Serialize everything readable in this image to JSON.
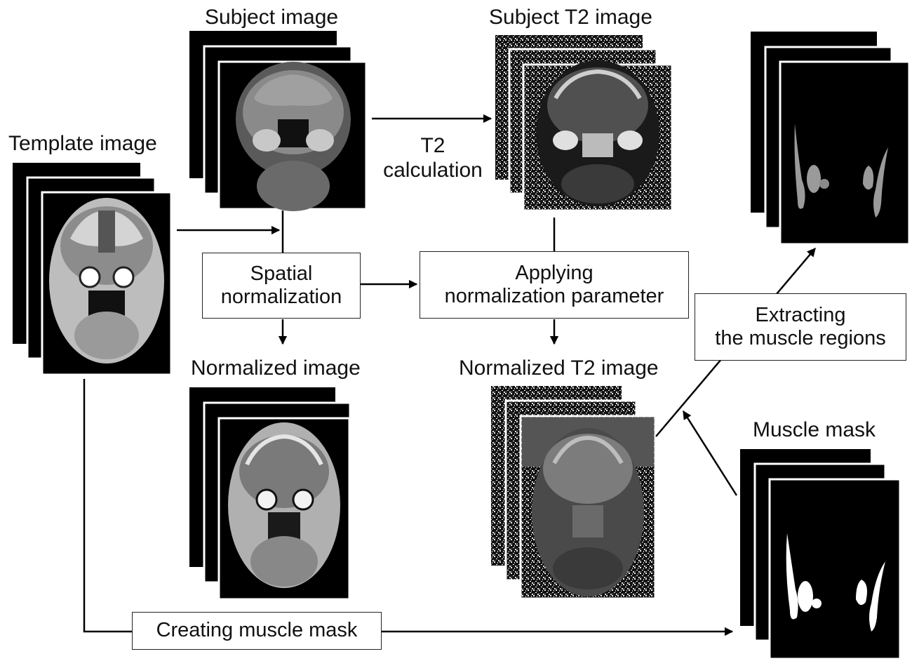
{
  "labels": {
    "subject_image": "Subject image",
    "subject_t2_image": "Subject T2 image",
    "template_image": "Template image",
    "normalized_image": "Normalized image",
    "normalized_t2_image": "Normalized T2 image",
    "muscle_mask": "Muscle mask"
  },
  "steps": {
    "t2_calculation": [
      "T2",
      "calculation"
    ],
    "spatial_normalization": [
      "Spatial",
      "normalization"
    ],
    "applying_normalization": [
      "Applying",
      "normalization parameter"
    ],
    "extracting_muscle": [
      "Extracting",
      "the muscle regions"
    ],
    "creating_mask": "Creating muscle mask"
  },
  "colors": {
    "line": "#000000",
    "frame": "#000000",
    "tissue": "#9a9a9a",
    "mask": "#ffffff"
  }
}
